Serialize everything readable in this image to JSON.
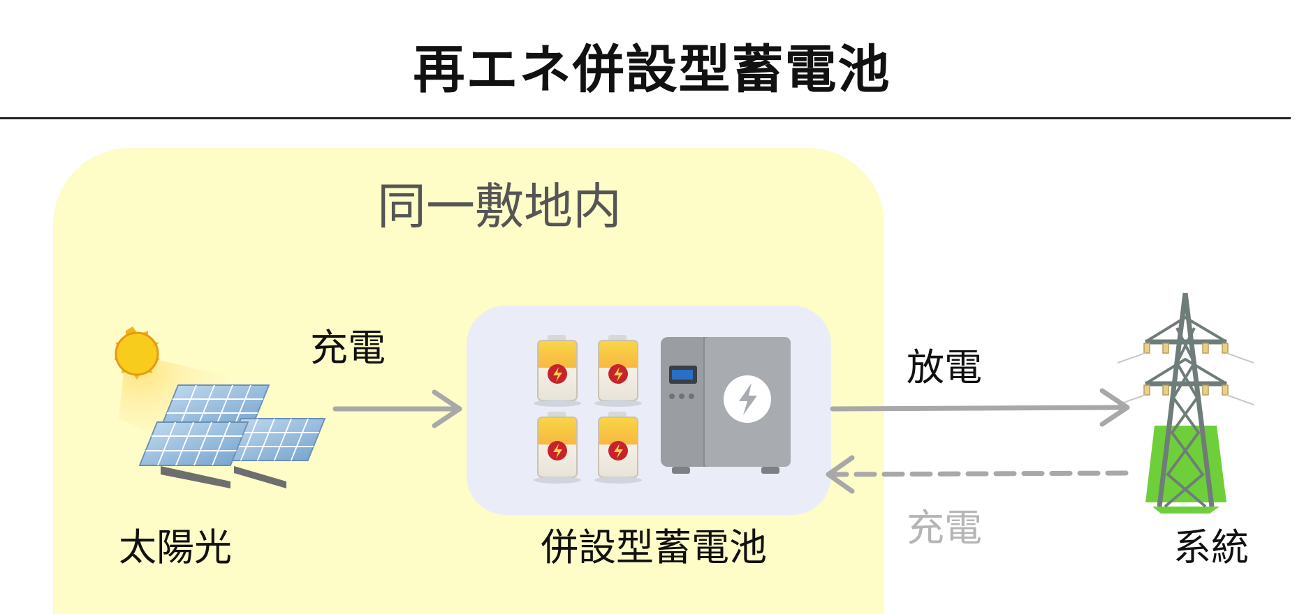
{
  "title": "再エネ併設型蓄電池",
  "site_label": "同一敷地内",
  "nodes": {
    "solar": {
      "label": "太陽光",
      "icon": "solar-panel-icon"
    },
    "storage": {
      "label": "併設型蓄電池",
      "icon": "battery-storage-icon"
    },
    "grid": {
      "label": "系統",
      "icon": "transmission-tower-icon"
    }
  },
  "edges": {
    "solar_to_storage": "充電",
    "storage_to_grid": "放電",
    "grid_to_storage": "充電"
  },
  "colors": {
    "site_background": "#fefcc7",
    "storage_background": "#eaedf7",
    "arrow": "#a8a8a8",
    "muted_text": "#b5b5b5"
  }
}
